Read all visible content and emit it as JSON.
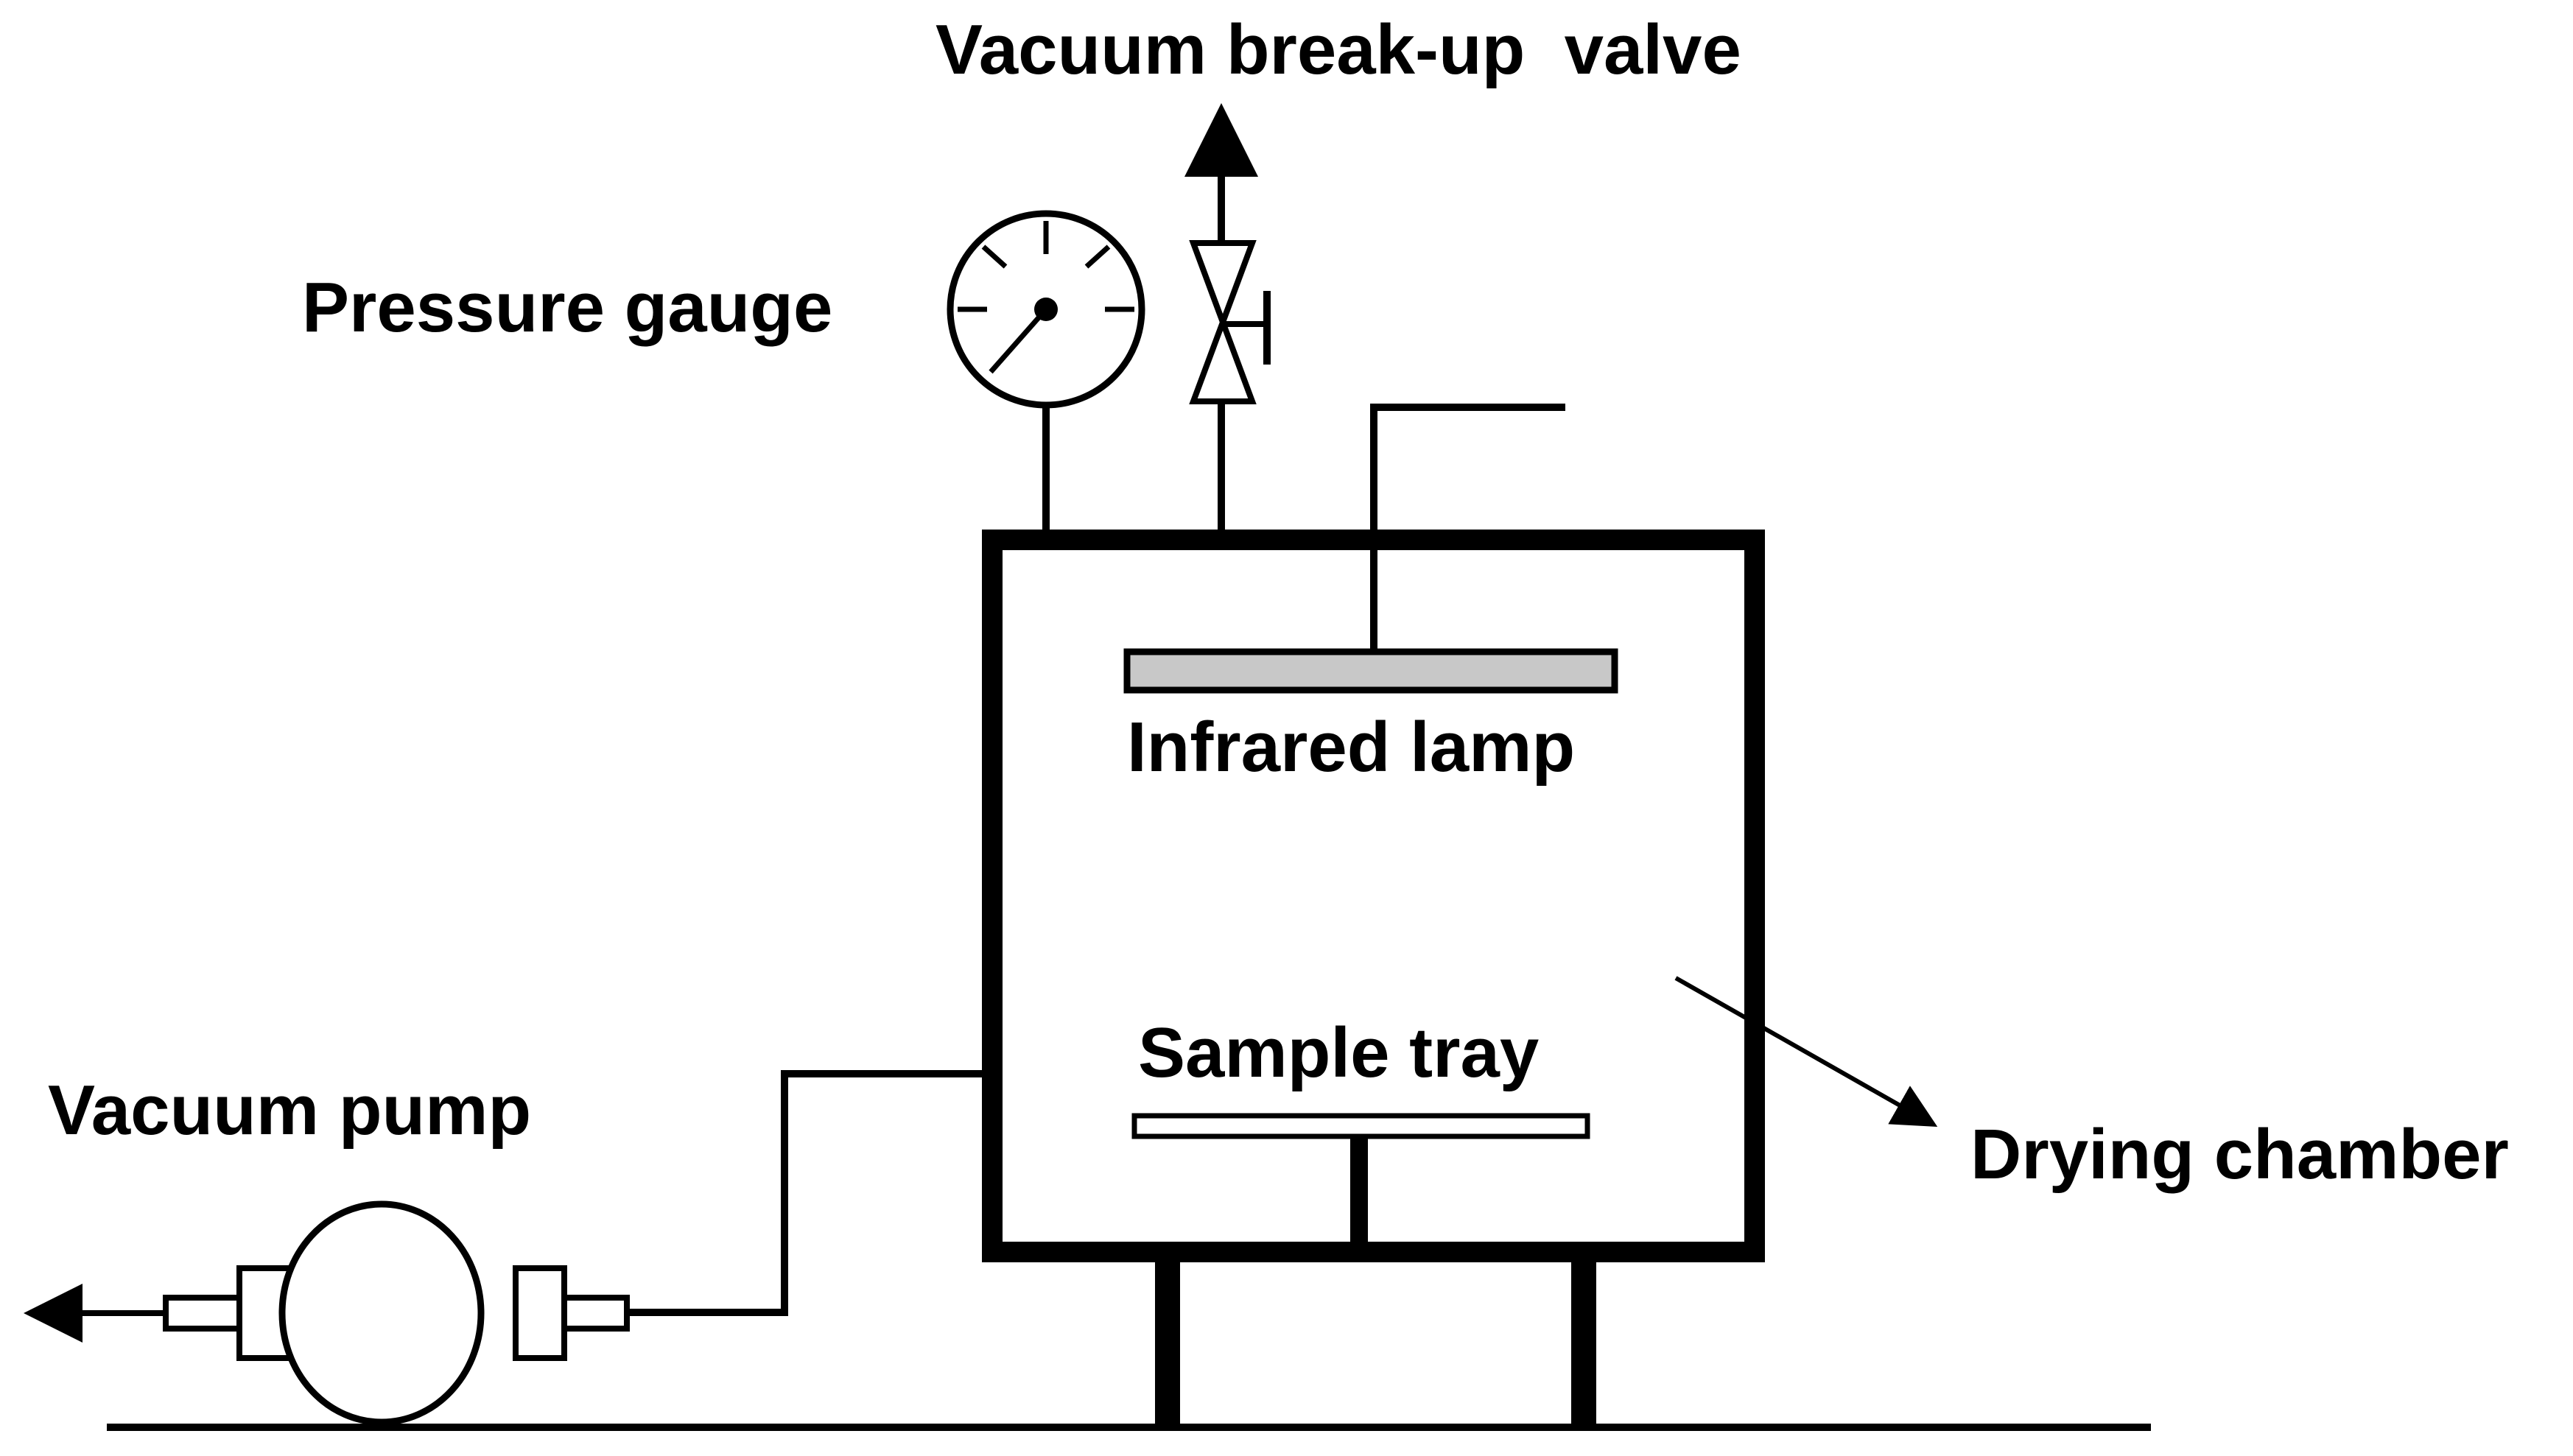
{
  "diagram": {
    "labels": {
      "vacuum_breakup_valve": "Vacuum break-up  valve",
      "pressure_gauge": "Pressure gauge",
      "infrared_lamp": "Infrared lamp",
      "sample_tray": "Sample tray",
      "vacuum_pump": "Vacuum pump",
      "drying_chamber": "Drying chamber"
    },
    "colors": {
      "stroke": "#000000",
      "lamp_fill": "#c8c8c8",
      "background": "#ffffff"
    }
  }
}
